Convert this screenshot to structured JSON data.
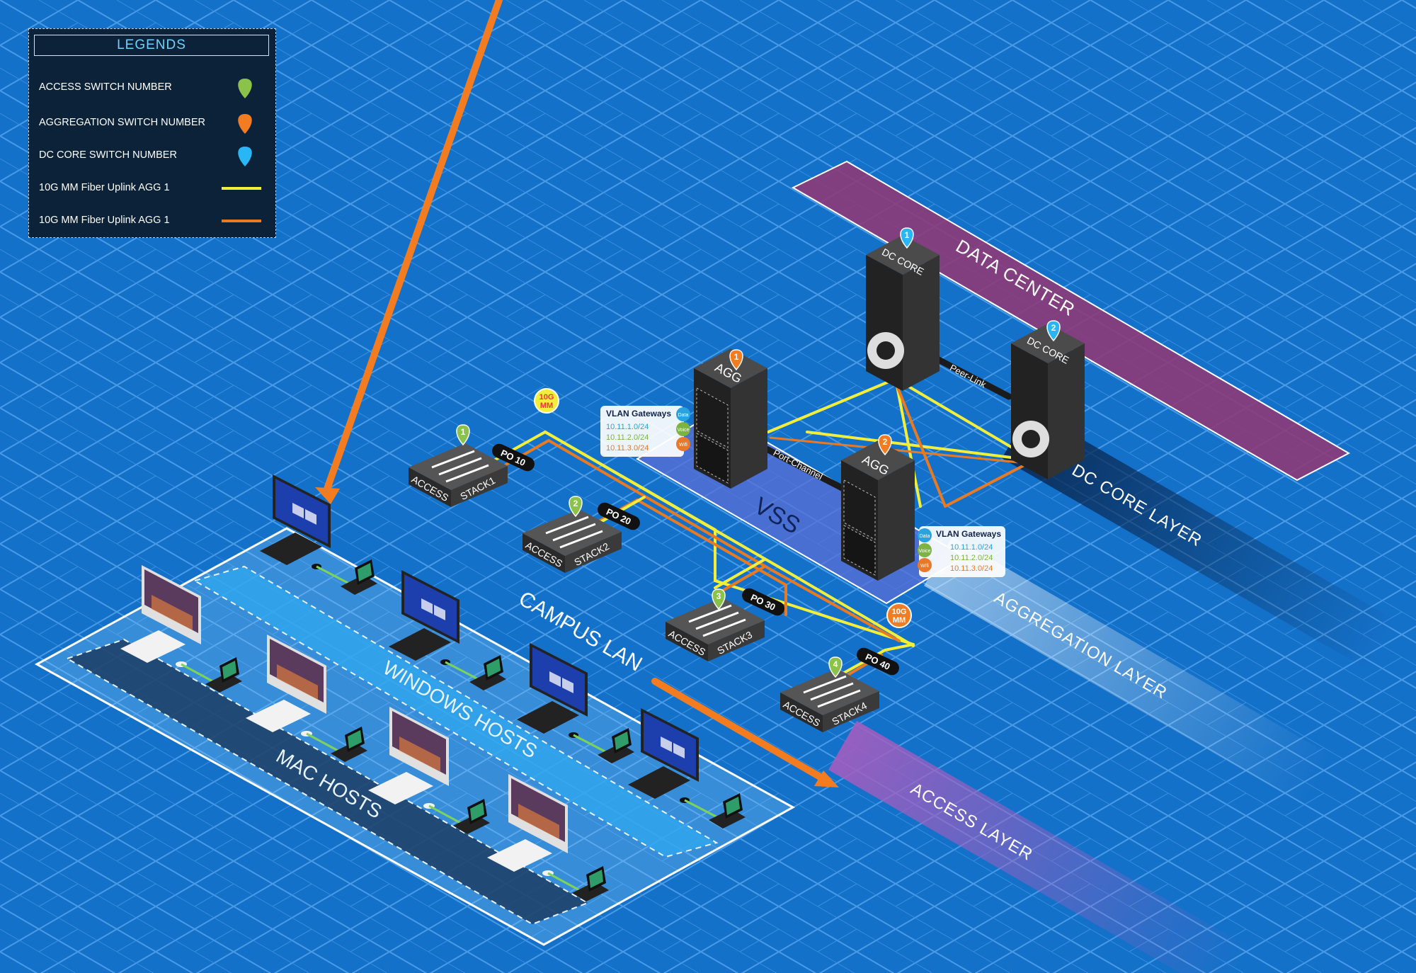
{
  "legend": {
    "title": "LEGENDS",
    "items": [
      {
        "label": "ACCESS SWITCH NUMBER",
        "kind": "pin",
        "color": "#8bc34a"
      },
      {
        "label": "AGGREGATION SWITCH NUMBER",
        "kind": "pin",
        "color": "#f47c20"
      },
      {
        "label": "DC CORE SWITCH NUMBER",
        "kind": "pin",
        "color": "#29b6f6"
      },
      {
        "label": "10G MM Fiber Uplink AGG 1",
        "kind": "line",
        "color": "#f2ee3c"
      },
      {
        "label": "10G MM Fiber Uplink AGG 1",
        "kind": "line",
        "color": "#e87a22"
      }
    ]
  },
  "colors": {
    "background": "#1471c9",
    "grid": "#4a9be6",
    "access_pin": "#8bc34a",
    "agg_pin": "#f47c20",
    "core_pin": "#29b6f6",
    "uplink_yellow": "#f2ee3c",
    "uplink_orange": "#e87a22",
    "data_center_band": "#8e3a78",
    "vss_panel": "#5b6fd6",
    "campus_arrow": "#f47c20"
  },
  "bands": {
    "data_center": "DATA CENTER",
    "dc_core_layer": "DC CORE LAYER",
    "aggregation_layer": "AGGREGATION LAYER",
    "access_layer": "ACCESS LAYER"
  },
  "vss_label": "VSS",
  "campus_label": "CAMPUS LAN",
  "windows_hosts_label": "WINDOWS HOSTS",
  "mac_hosts_label": "MAC HOSTS",
  "access_switches": [
    {
      "number": "1",
      "label": "ACCESS",
      "stack": "STACK1",
      "po": "PO 10"
    },
    {
      "number": "2",
      "label": "ACCESS",
      "stack": "STACK2",
      "po": "PO 20"
    },
    {
      "number": "3",
      "label": "ACCESS",
      "stack": "STACK3",
      "po": "PO 30"
    },
    {
      "number": "4",
      "label": "ACCESS",
      "stack": "STACK4",
      "po": "PO 40"
    }
  ],
  "agg_switches": [
    {
      "number": "1",
      "label": "AGG"
    },
    {
      "number": "2",
      "label": "AGG"
    }
  ],
  "core_switches": [
    {
      "number": "1",
      "label": "DC CORE"
    },
    {
      "number": "2",
      "label": "DC CORE"
    }
  ],
  "port_channel_label": "Port-Channel",
  "peer_link_label": "Peer-Link",
  "fiber_badges": [
    {
      "line1": "10G",
      "line2": "MM",
      "color": "#f2ee3c"
    },
    {
      "line1": "10G",
      "line2": "MM",
      "color": "#f47c20"
    }
  ],
  "vlan_cards": [
    {
      "title": "VLAN Gateways",
      "rows": [
        {
          "tag": "Data",
          "net": "10.11.1.0/24",
          "color": "#29a3e0"
        },
        {
          "tag": "Voice",
          "net": "10.11.2.0/24",
          "color": "#7cb342"
        },
        {
          "tag": "Wifi",
          "net": "10.11.3.0/24",
          "color": "#e8792a"
        }
      ]
    },
    {
      "title": "VLAN Gateways",
      "rows": [
        {
          "tag": "Data",
          "net": "10.11.1.0/24",
          "color": "#29a3e0"
        },
        {
          "tag": "Voice",
          "net": "10.11.2.0/24",
          "color": "#7cb342"
        },
        {
          "tag": "Wifi",
          "net": "10.11.3.0/24",
          "color": "#e8792a"
        }
      ]
    }
  ]
}
